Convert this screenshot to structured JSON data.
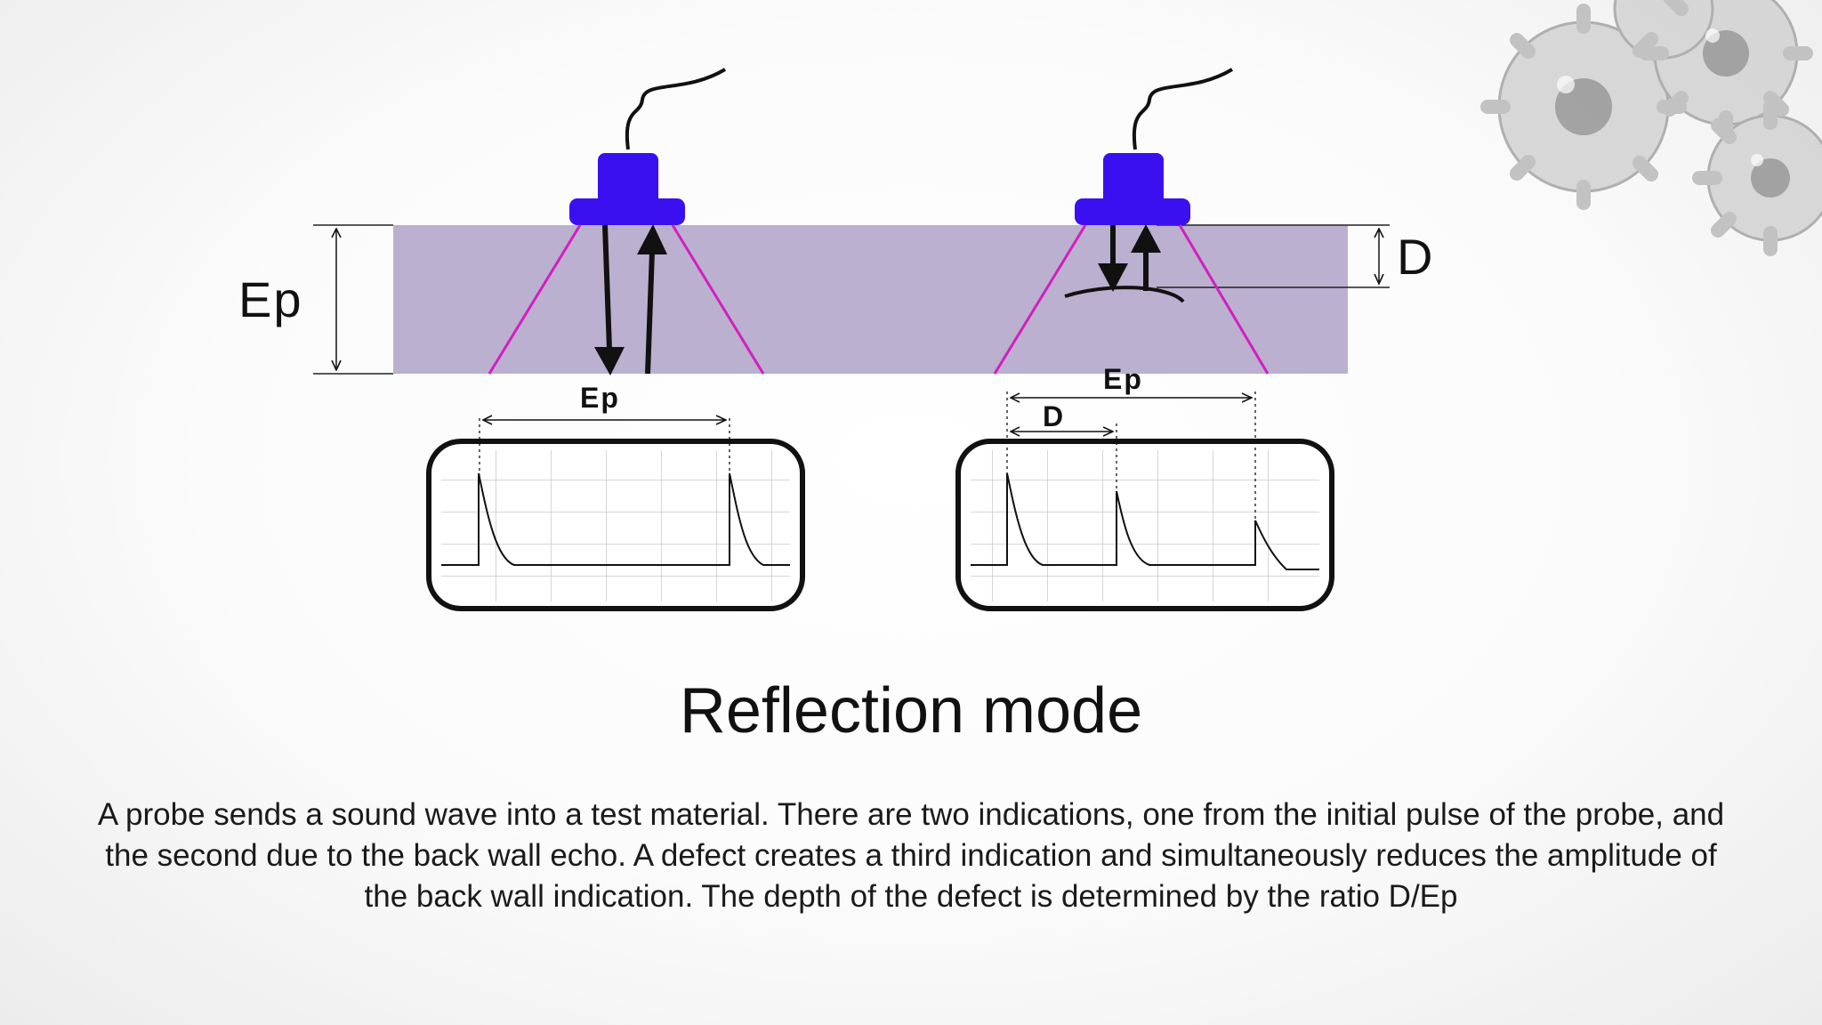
{
  "slide": {
    "title": "Reflection mode",
    "caption": "A probe sends a sound wave into a test material. There are two indications, one from the initial pulse of the probe, and the second due to the back wall echo. A defect creates a third indication and simultaneously reduces the amplitude of the back wall indication. The depth of the defect is determined by the ratio D/Ep"
  },
  "diagram": {
    "thickness_label": "Ep",
    "defect_depth_label": "D",
    "screen_left_span_label": "Ep",
    "screen_right_ep_label": "Ep",
    "screen_right_d_label": "D"
  },
  "colors": {
    "material": "#bbb0cf",
    "probe": "#3a10f0",
    "beam": "#d21fbf",
    "ink": "#111111"
  },
  "icons": [
    "gears-decoration-icon",
    "ultrasonic-probe-icon",
    "oscilloscope-screen-icon"
  ]
}
